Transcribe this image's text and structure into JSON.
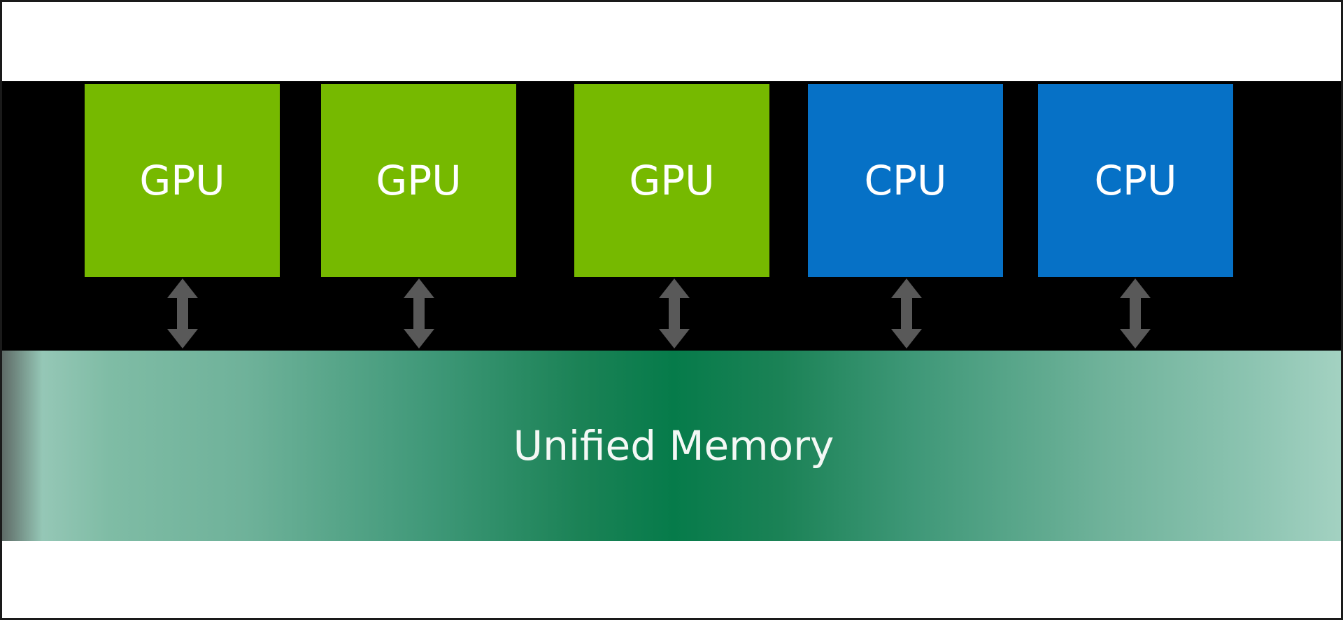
{
  "diagram": {
    "processors": [
      {
        "type": "gpu",
        "label": "GPU"
      },
      {
        "type": "gpu",
        "label": "GPU"
      },
      {
        "type": "gpu",
        "label": "GPU"
      },
      {
        "type": "cpu",
        "label": "CPU"
      },
      {
        "type": "cpu",
        "label": "CPU"
      }
    ],
    "memory_label": "Unified Memory",
    "colors": {
      "gpu": "#76b900",
      "cpu": "#0671c6",
      "memory_center": "#067b4a",
      "arrow": "#595959",
      "band": "#000000"
    },
    "arrow_icon": "double-headed-vertical-arrow"
  }
}
